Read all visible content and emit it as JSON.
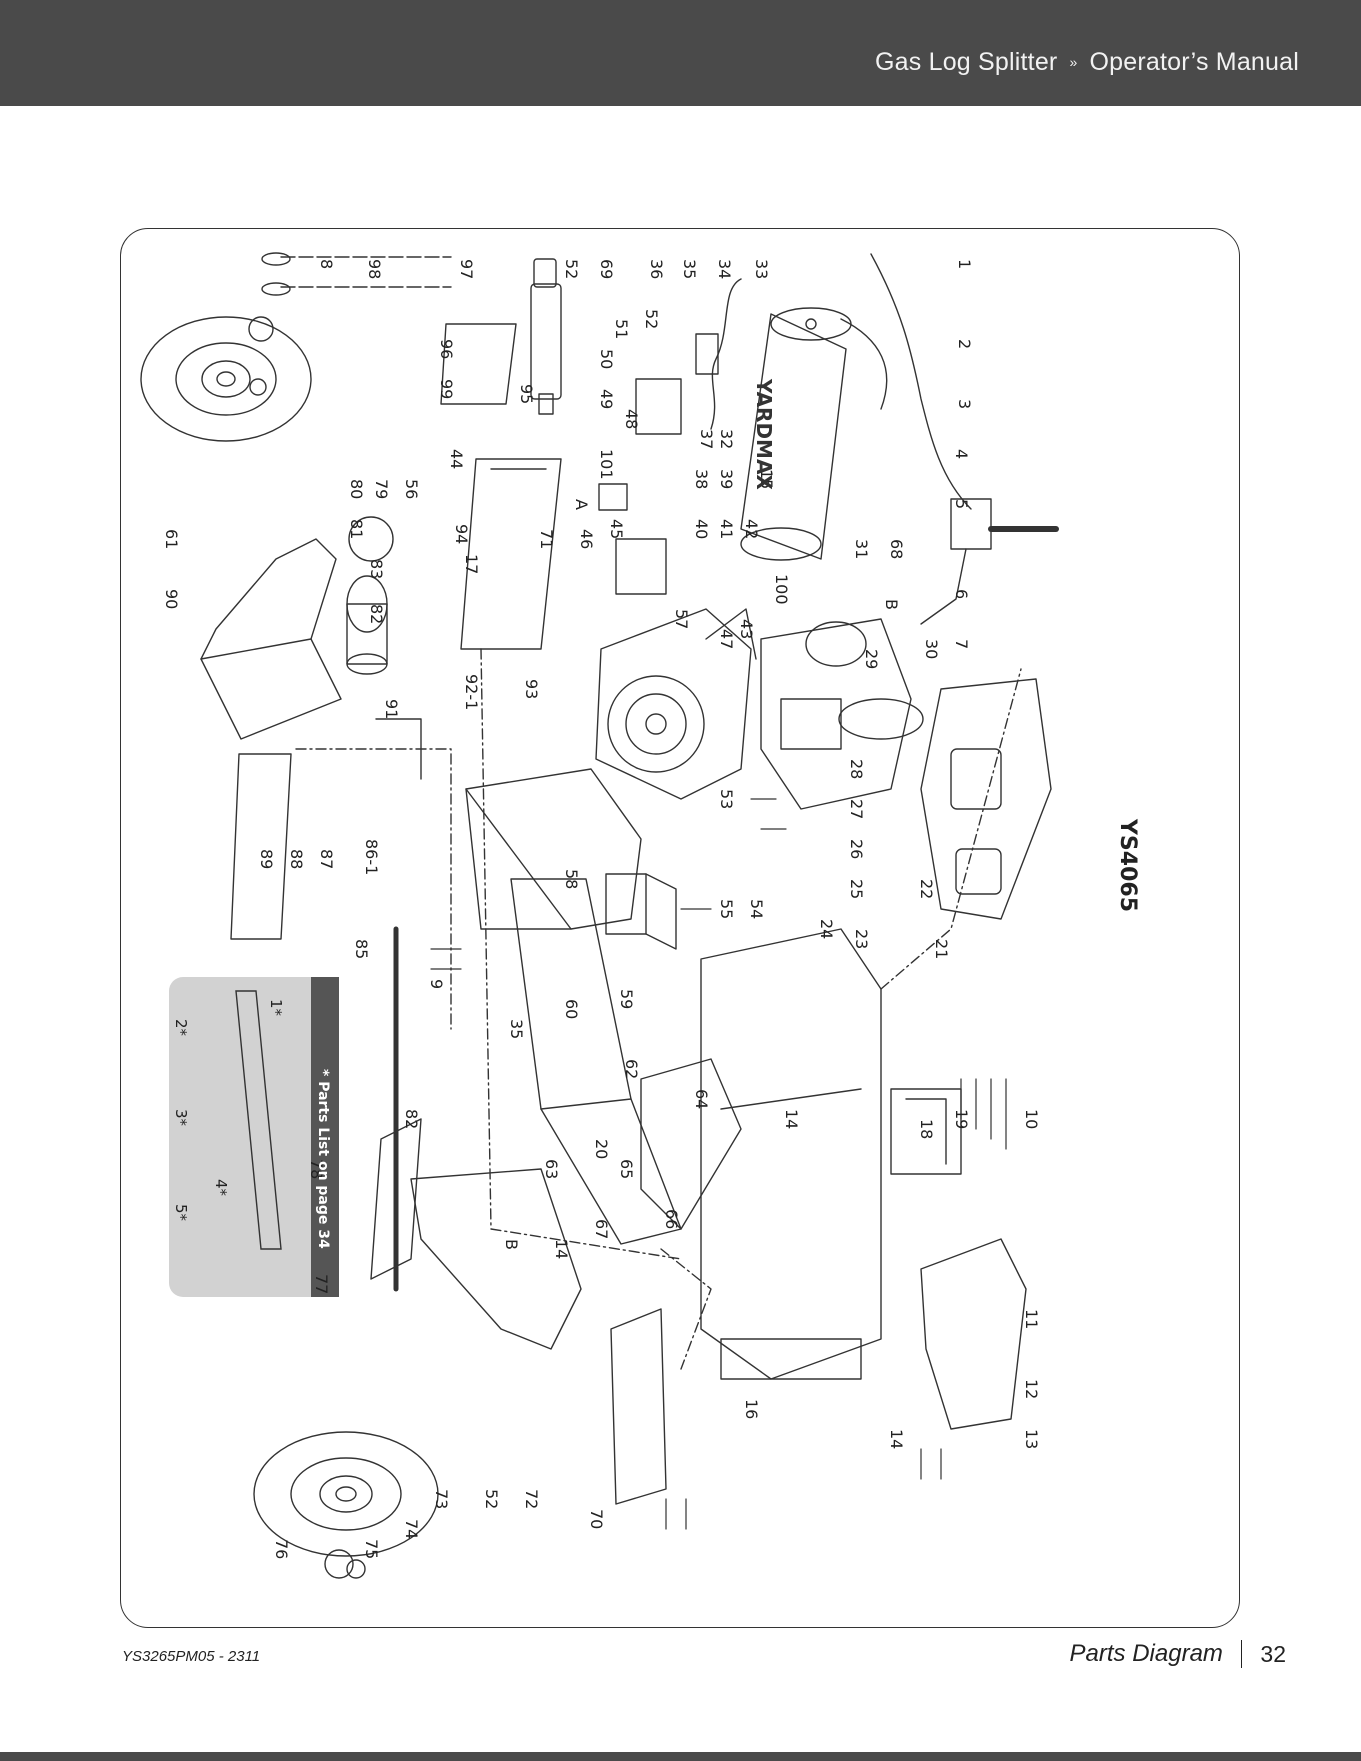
{
  "header": {
    "product": "Gas Log Splitter",
    "separator": "»",
    "manual": "Operator’s Manual"
  },
  "diagram": {
    "model": "YS4065",
    "brand_mark": "YARDMAX",
    "inset_note": "* Parts List on page 34",
    "inset_callouts": [
      "1*",
      "2*",
      "3*",
      "4*",
      "5*"
    ],
    "callouts_top": [
      "8",
      "98",
      "97",
      "52",
      "69",
      "36",
      "35",
      "34",
      "33",
      "1"
    ],
    "callouts_inner_top": [
      "51",
      "52",
      "50",
      "49",
      "48",
      "37",
      "32",
      "2",
      "3"
    ],
    "callouts_left": [
      "61",
      "90",
      "96",
      "99",
      "44",
      "95",
      "80",
      "79",
      "56",
      "81",
      "83",
      "82",
      "94",
      "17",
      "91",
      "89",
      "88",
      "87",
      "86-1",
      "85",
      "9",
      "78",
      "77",
      "76",
      "75",
      "74",
      "73",
      "52",
      "72"
    ],
    "callouts_center": [
      "101",
      "A",
      "46",
      "45",
      "38",
      "39",
      "15",
      "40",
      "41",
      "42",
      "100",
      "57",
      "43",
      "47",
      "71",
      "92-1",
      "93",
      "53",
      "58",
      "55",
      "54",
      "59",
      "60",
      "35",
      "62",
      "82",
      "63",
      "20",
      "65",
      "64",
      "B",
      "14",
      "67",
      "66",
      "70",
      "16"
    ],
    "callouts_right": [
      "4",
      "5",
      "31",
      "68",
      "6",
      "B",
      "30",
      "7",
      "29",
      "28",
      "27",
      "26",
      "25",
      "24",
      "23",
      "22",
      "21",
      "10",
      "19",
      "18",
      "14",
      "11",
      "12",
      "13",
      "14"
    ]
  },
  "footer": {
    "doc_code": "YS3265PM05 - 2311",
    "section": "Parts Diagram",
    "page": "32"
  },
  "colors": {
    "header_bg": "#4a4a4a",
    "inset_bg": "#d2d2d2",
    "inset_band": "#555555",
    "line": "#333333"
  }
}
